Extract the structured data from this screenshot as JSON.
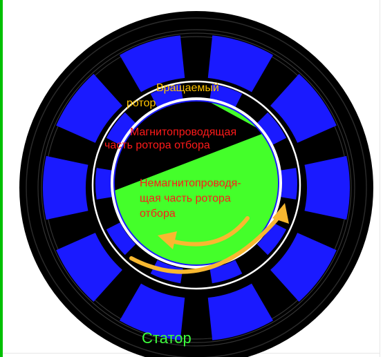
{
  "colors": {
    "background": "#ffffff",
    "side_bar": "#00c000",
    "stator_body": "#000000",
    "stator_pole": "#1a1aff",
    "gap_ring": "#ffffff",
    "magnetic_part": "#000000",
    "nonmagnetic_part": "#44ff2a",
    "rotor_outline": "#1a1aff",
    "arrow": "#f8b830",
    "label_rotor": "#ffc400",
    "label_parts": "#ff1a1a",
    "label_stator": "#3cff3c"
  },
  "labels": {
    "rotor_line1": "Вращаемый",
    "rotor_line2": "ротор",
    "magnetic_line1": "Магнитопроводящая",
    "magnetic_line2": "часть ротора отбора",
    "nonmagnetic_line1": "Немагнитопроводя-",
    "nonmagnetic_line2": "щая часть ротора",
    "nonmagnetic_line3": "отбора",
    "stator": "Статор"
  },
  "stator_poles": 10,
  "rotor_poles": 10
}
